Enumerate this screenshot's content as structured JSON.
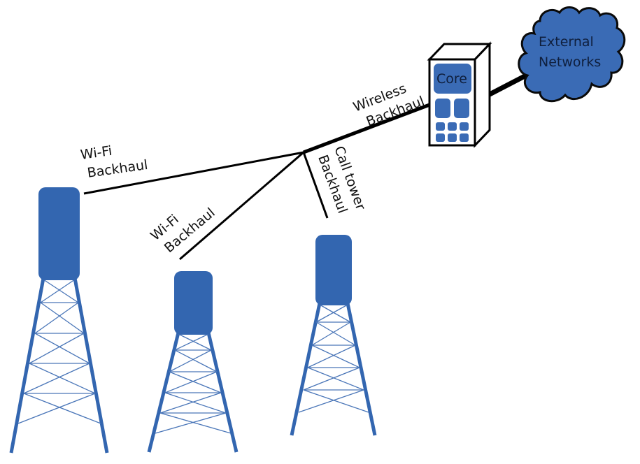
{
  "diagram": {
    "title": "",
    "colors": {
      "tower_blue": "#3366b0",
      "cloud_blue": "#3a6bb5",
      "line_black": "#000000",
      "server_outline": "#000000",
      "background": "#ffffff"
    },
    "nodes": {
      "external_networks": {
        "label_line1": "External",
        "label_line2": "Networks",
        "icon": "cloud-icon"
      },
      "core": {
        "label": "Core",
        "icon": "server-icon"
      },
      "tower_left": {
        "icon": "cell-tower-icon",
        "type": "Wi-Fi tower"
      },
      "tower_middle": {
        "icon": "cell-tower-icon",
        "type": "Wi-Fi tower"
      },
      "tower_right": {
        "icon": "cell-tower-icon",
        "type": "Call tower"
      }
    },
    "links": {
      "wireless_backhaul": {
        "line1": "Wireless",
        "line2": "Backhaul"
      },
      "wifi_backhaul_left": {
        "line1": "Wi-Fi",
        "line2": "Backhaul"
      },
      "wifi_backhaul_middle": {
        "line1": "Wi-Fi",
        "line2": "Backhaul"
      },
      "call_tower_backhaul": {
        "line1": "Call tower",
        "line2": "Backhaul"
      }
    }
  }
}
